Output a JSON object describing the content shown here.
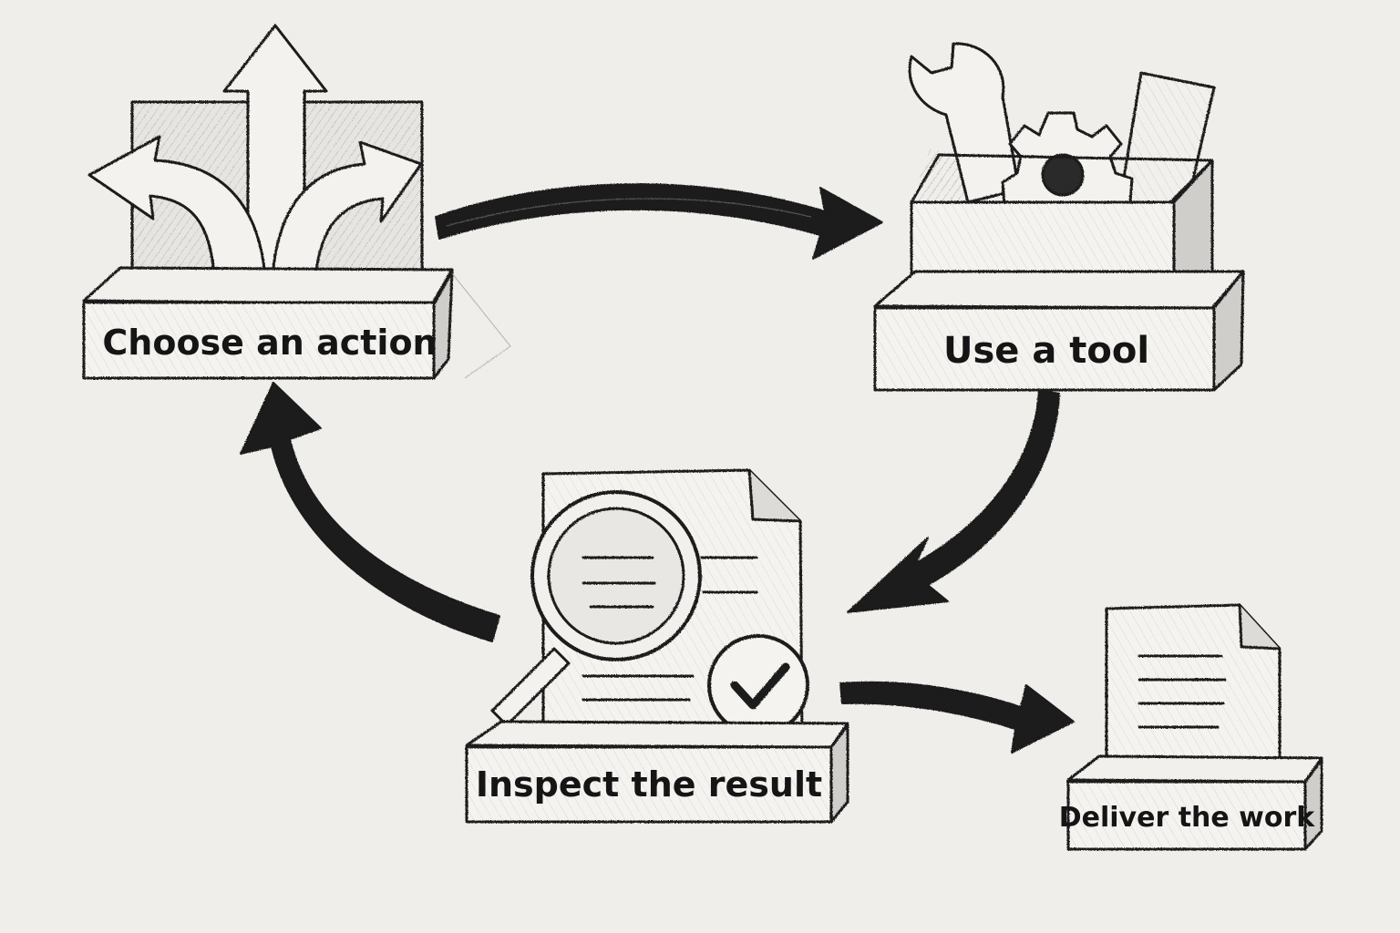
{
  "diagram": {
    "nodes": [
      {
        "id": "choose",
        "label": "Choose an action",
        "icon": "branching-arrows-icon"
      },
      {
        "id": "tool",
        "label": "Use a tool",
        "icon": "toolbox-icon"
      },
      {
        "id": "inspect",
        "label": "Inspect the result",
        "icon": "magnifier-document-check-icon"
      },
      {
        "id": "deliver",
        "label": "Deliver the work",
        "icon": "document-icon"
      }
    ],
    "edges": [
      {
        "from": "choose",
        "to": "tool"
      },
      {
        "from": "tool",
        "to": "inspect"
      },
      {
        "from": "inspect",
        "to": "choose"
      },
      {
        "from": "inspect",
        "to": "deliver"
      }
    ],
    "colors": {
      "paper": "#efeeeb",
      "ink": "#1a1a1a",
      "fill": "#f4f3f0",
      "shade": "#c9c8c4"
    }
  }
}
